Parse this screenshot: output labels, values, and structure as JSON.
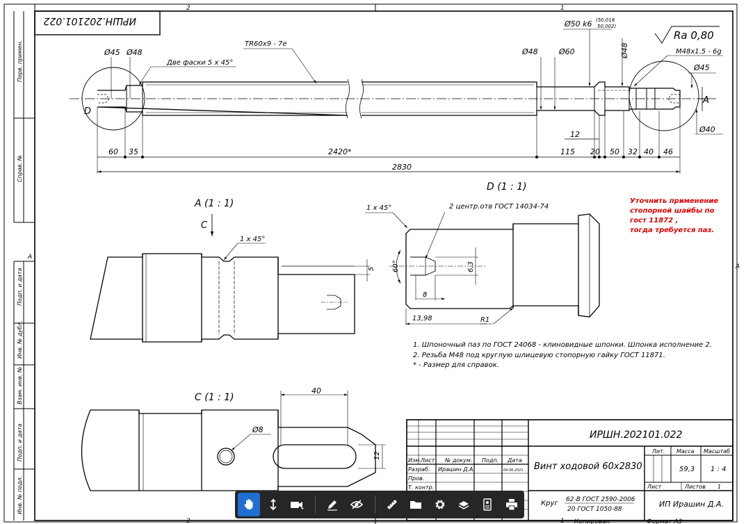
{
  "drawing": {
    "stamp_mirrored": "ИРШН.202101.022",
    "zone_numbers": {
      "top_left": "2",
      "top_right": "1",
      "bottom_left": "2",
      "bottom_right": "1",
      "side_left": "A",
      "side_right": "A"
    },
    "side_strip": {
      "perv_primen": "Перв. примен.",
      "sprav_no": "Справ. №",
      "podp_data_1": "Подп. и дата",
      "inv_dubl": "Инв. № дубл.",
      "vzam_inv": "Взам. инв. №",
      "podp_data_2": "Подп. и дата",
      "inv_podl": "Инв. № подл."
    },
    "main_view": {
      "d45": "Ø45",
      "d48_left": "Ø48",
      "chamfer": "Две фаски 5 x 45°",
      "thread": "TR60x9 - 7e",
      "d48_mid": "Ø48",
      "d60": "Ø60",
      "d50k6": "Ø50 k6",
      "tol_upper": "(50,018",
      "tol_lower": "50,002)",
      "d48_right": "Ø48",
      "roughness": "Ra 0,80",
      "m48": "M48x1.5 - 6g",
      "d45_right": "Ø45",
      "d40": "Ø40",
      "label_d": "D",
      "label_a": "A",
      "dims": {
        "d60": "60",
        "d35": "35",
        "d2420": "2420*",
        "d115": "115",
        "d12": "12",
        "d20": "20",
        "d50": "50",
        "d32": "32",
        "d40": "40",
        "d46": "46",
        "d2830": "2830"
      }
    },
    "view_a": {
      "title": "A (1 : 1)",
      "arrow_c": "C",
      "chamfer": "1 x 45°",
      "dim5": "5"
    },
    "view_d": {
      "title": "D (1 : 1)",
      "chamfer": "1 x 45°",
      "center_holes": "2 центр.отв ГОСТ 14034-74",
      "angle": "60°",
      "dim63": "6,3",
      "dim8": "8",
      "dim1398": "13,98",
      "r1": "R1"
    },
    "view_c": {
      "title": "C (1 : 1)",
      "dim40": "40",
      "d8": "Ø8",
      "dim12": "12"
    },
    "red_note": [
      "Уточнить  применение",
      "стопорной шайбы по",
      "гост 11872 ,",
      "тогда требуется паз."
    ],
    "notes": [
      "1. Шпоночный паз по ГОСТ 24068 - клиновидные шпонки. Шпонка исполнение 2.",
      "2. Резьба М48 под круглую шлицевую стопорную гайку ГОСТ 11871.",
      "* - Размер для справок."
    ],
    "title_block": {
      "designation": "ИРШН.202101.022",
      "name": "Винт ходовой 60x2830",
      "col_izm": "Изм.",
      "col_list": "Лист",
      "col_ndoc": "№ докум.",
      "col_podp": "Подп.",
      "col_data": "Дата",
      "row_razrab": "Разраб.",
      "razrab_name": "Ирашин Д.А.",
      "razrab_date": "04.06.2021",
      "row_prov": "Пров.",
      "row_tkontr": "Т. контр.",
      "lit": "Лит.",
      "massa": "Масса",
      "masshtab": "Масштаб",
      "massa_val": "59,3",
      "masshtab_val": "1 : 4",
      "list": "Лист",
      "listov": "Листов",
      "listov_val": "1",
      "material_prefix": "Круг",
      "material_top": "62-В ГОСТ 2590-2006",
      "material_bottom": "20 ГОСТ 1050-88",
      "organization": "ИП Ирашин Д.А.",
      "kopiroval": "Копировал",
      "format": "Формат А3"
    }
  },
  "toolbar": {
    "buttons": [
      "hand-icon",
      "arrows-icon",
      "camera-icon",
      "pencil-icon",
      "eye-off-icon",
      "ruler-icon",
      "folder-icon",
      "gear-icon",
      "layers-icon",
      "properties-icon",
      "print-icon"
    ]
  }
}
